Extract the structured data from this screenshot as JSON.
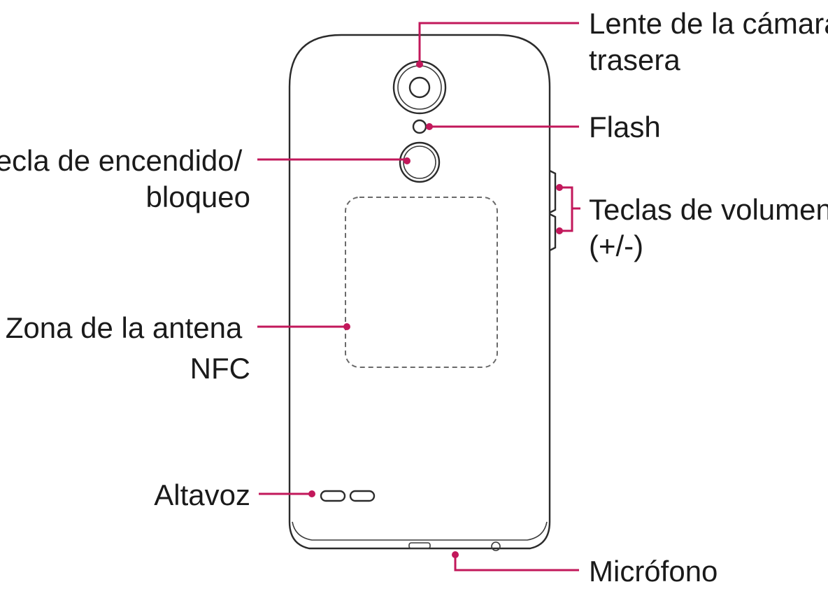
{
  "colors": {
    "leader": "#c2185b",
    "outline": "#2b2b2b",
    "text": "#1a1a1a"
  },
  "labels": {
    "rear_camera": [
      "Lente de la cámara",
      "trasera"
    ],
    "flash": [
      "Flash"
    ],
    "power_lock": [
      "Tecla de encendido/",
      "bloqueo"
    ],
    "volume": [
      "Teclas de volumen",
      "(+/-)"
    ],
    "nfc": [
      "Zona de la antena",
      "NFC"
    ],
    "speaker": [
      "Altavoz"
    ],
    "microphone": [
      "Micrófono"
    ]
  }
}
